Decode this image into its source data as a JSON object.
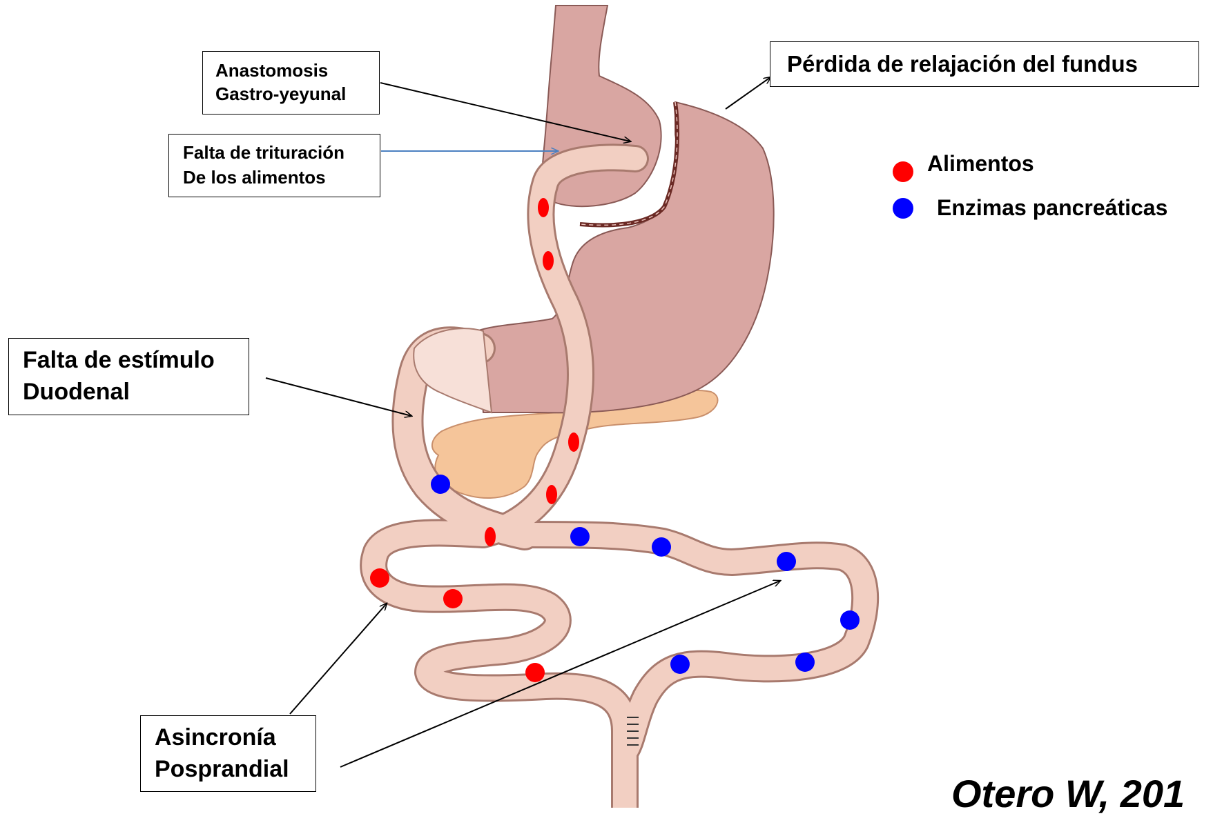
{
  "labels": {
    "anastomosis": [
      "Anastomosis",
      "Gastro-yeyunal"
    ],
    "trituracion": [
      "Falta de trituración",
      "De los alimentos"
    ],
    "fundus": "Pérdida de relajación del fundus",
    "duodenal": [
      "Falta de estímulo",
      "Duodenal"
    ],
    "asincronia": [
      "Asincronía",
      "Posprandial"
    ]
  },
  "legend": [
    {
      "label": "Alimentos",
      "color": "#ff0000"
    },
    {
      "label": "Enzimas pancreáticas",
      "color": "#0000ff"
    }
  ],
  "credit": "Otero W, 201",
  "colors": {
    "stomach": "#d9a6a2",
    "intestine": "#f2cfc2",
    "pancreas": "#f5c59a",
    "food": "#ff0000",
    "enzyme": "#0000ff"
  }
}
